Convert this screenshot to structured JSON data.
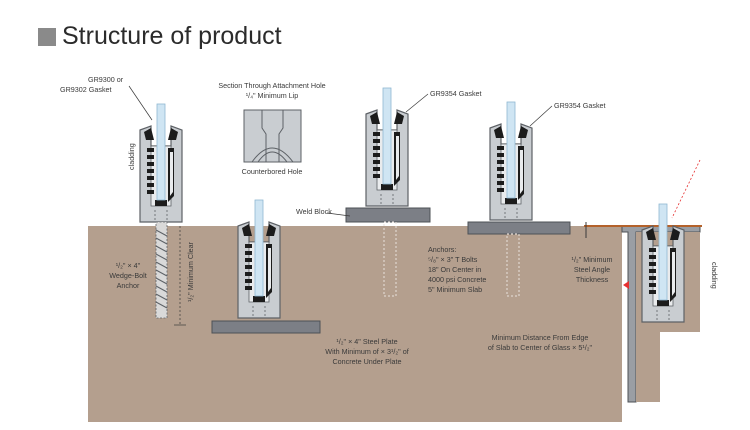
{
  "title": "Structure of product",
  "labels": {
    "gasket_left_1": "GR9300 or",
    "gasket_left_2": "GR9302 Gasket",
    "section_1": "Section Through Attachment Hole",
    "section_2": "¹/₄\" Minimum Lip",
    "counterbored": "Counterbored Hole",
    "gasket_mid": "GR9354 Gasket",
    "gasket_right": "GR9354 Gasket",
    "cladding_left": "cladding",
    "cladding_right": "cladding",
    "weld_block": "Weld Block",
    "wedge_1": "¹/₂\" × 4\"",
    "wedge_2": "Wedge-Bolt",
    "wedge_3": "Anchor",
    "min_clear": "¹/₂\" Minimum Clear",
    "anchors_1": "Anchors:",
    "anchors_2": "⁵/₈\" × 3\" T Bolts",
    "anchors_3": "18\" On Center in",
    "anchors_4": "4000 psi Concrete",
    "anchors_5": "5\" Minimum Slab",
    "steel_angle_1": "¹/₂\" Minimum",
    "steel_angle_2": "Steel Angle",
    "steel_angle_3": "Thickness",
    "steel_plate_1": "¹/₂\" × 4\" Steel Plate",
    "steel_plate_2": "With Minimum of × 3¹/₂\" of",
    "steel_plate_3": "Concrete Under Plate",
    "min_dist_1": "Minimum Distance From Edge",
    "min_dist_2": "of Slab to Center of Glass × 5¹/₂\""
  },
  "colors": {
    "concrete": "#b49f8e",
    "steel_plate": "#7c7f86",
    "shoe_body": "#c8ccd0",
    "gasket": "#1c1c1c",
    "glass": "#cfe5f3",
    "angle_edge": "#b4622b",
    "marker": "#e63030"
  }
}
